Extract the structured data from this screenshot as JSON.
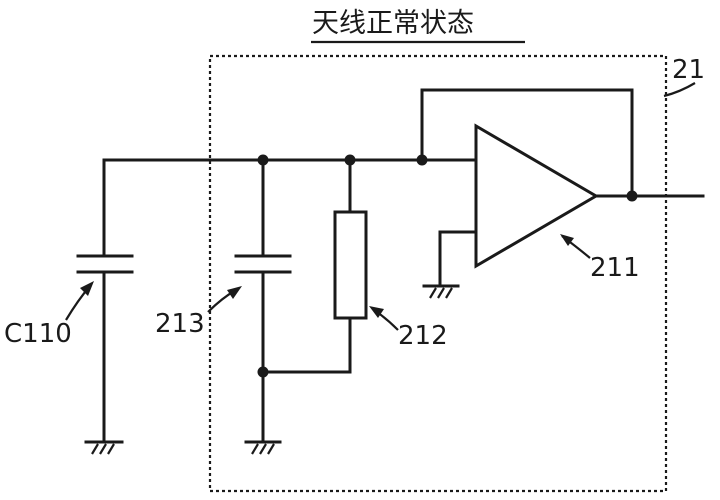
{
  "title": "天线正常状态",
  "labels": {
    "block": "21",
    "amplifier": "211",
    "resistor": "212",
    "capacitor_inner": "213",
    "capacitor_outer": "C110"
  }
}
